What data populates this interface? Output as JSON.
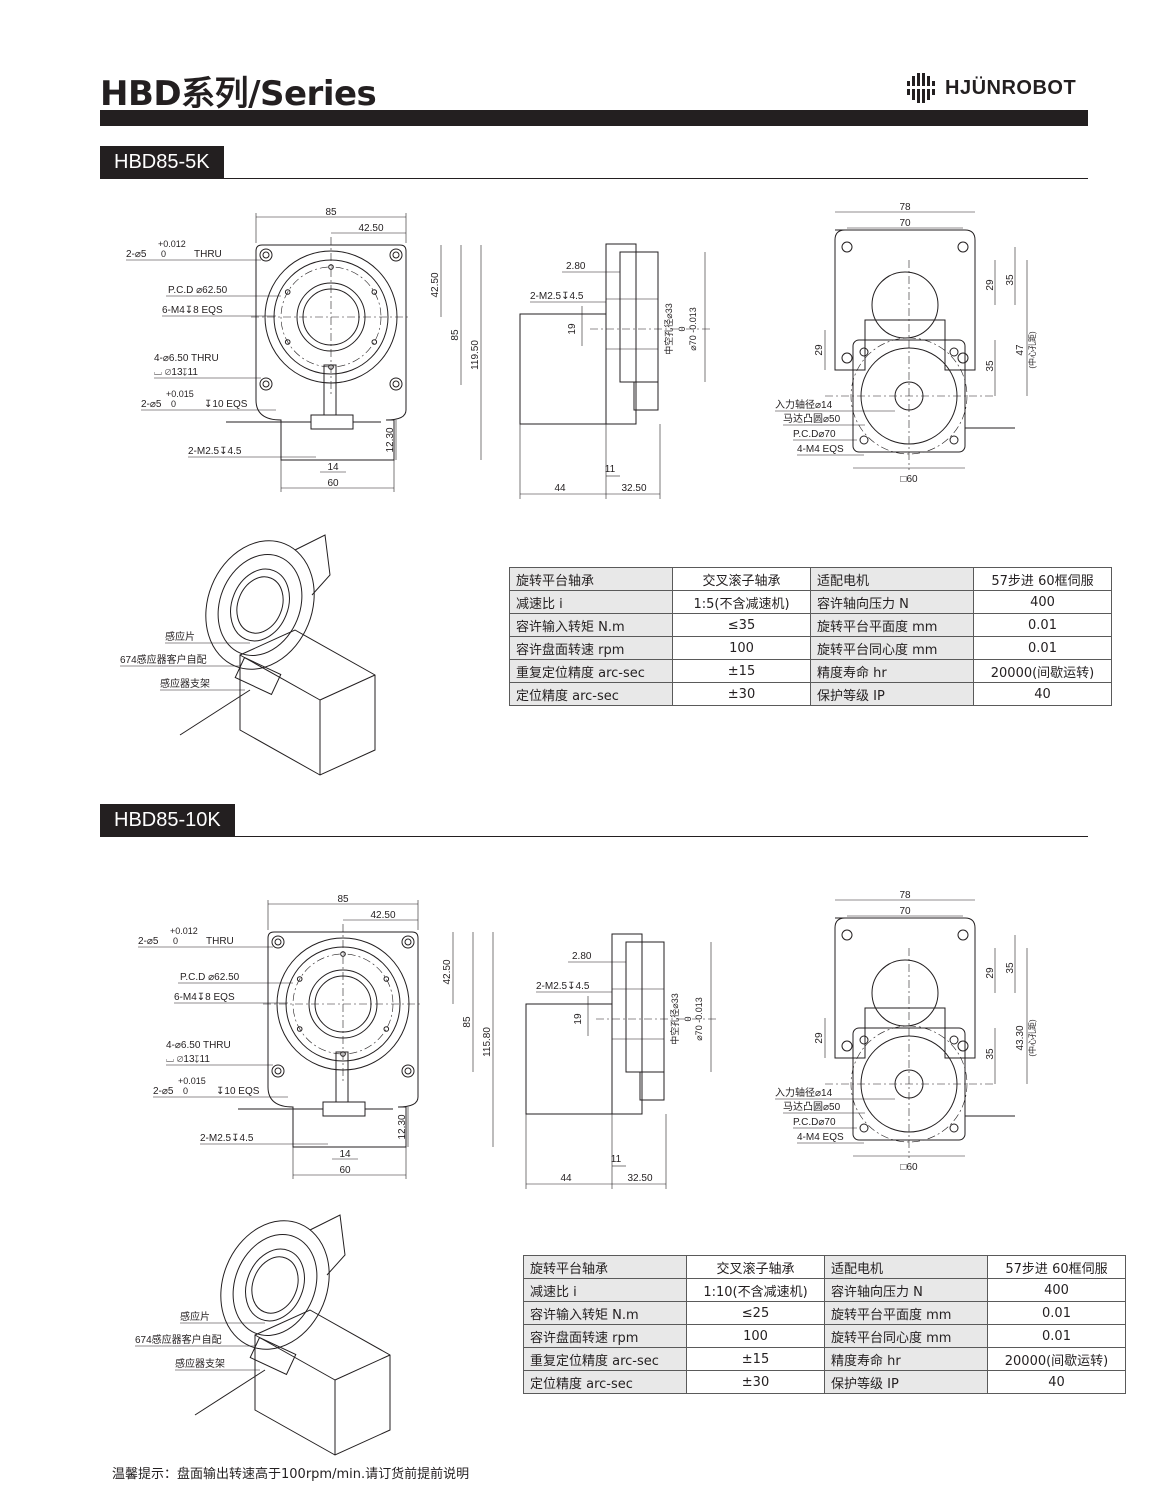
{
  "header": {
    "title": "HBD系列/Series",
    "brand": "HJÜNROBOT"
  },
  "sections": [
    {
      "tab": "HBD85-5K",
      "drawing": {
        "front": {
          "width": "85",
          "half_width": "42.50",
          "hole_tol": "+0.012",
          "hole_tol_low": "0",
          "hole": "2-⌀5",
          "thru": "THRU",
          "pcd": "P.C.D ⌀62.50",
          "tap": "6-M4↧8 EQS",
          "cbore": "4-⌀6.50 THRU",
          "cbore_depth": "⌴ ⌀13↧11",
          "pin_tol": "+0.015",
          "pin_tol_low": "0",
          "pin": "2-⌀5",
          "pin_depth": "↧10 EQS",
          "tap2": "2-M2.5↧4.5",
          "dim_14": "14",
          "dim_60": "60",
          "dim_v42": "42.50",
          "dim_v85": "85",
          "dim_total": "119.50",
          "dim_1230": "12.30"
        },
        "side": {
          "dim_280": "2.80",
          "tap": "2-M2.5↧4.5",
          "dim_19": "19",
          "bore": "中空孔径⌀33",
          "od_tol": "0",
          "od": "⌀70 -0.013",
          "dim_44": "44",
          "dim_11": "11",
          "dim_3250": "32.50"
        },
        "rear": {
          "dim_78": "78",
          "dim_70": "70",
          "dim_29": "29",
          "dim_35": "35",
          "dim_29v": "29",
          "dim_35b": "35",
          "dim_center": "47",
          "center_label": "(中心孔距)",
          "input_shaft": "入力轴径⌀14",
          "motor_boss": "马达凸圆⌀50",
          "pcd": "P.C.D⌀70",
          "tap": "4-M4 EQS",
          "square": "□60"
        },
        "iso": {
          "sensor_plate": "感应片",
          "sensor": "674感应器客户自配",
          "bracket": "感应器支架"
        }
      },
      "specs": [
        [
          "旋转平台轴承",
          "交叉滚子轴承",
          "适配电机",
          "57步进 60框伺服"
        ],
        [
          "减速比 i",
          "1:5(不含减速机)",
          "容许轴向压力 N",
          "400"
        ],
        [
          "容许输入转矩 N.m",
          "≤35",
          "旋转平台平面度 mm",
          "0.01"
        ],
        [
          "容许盘面转速 rpm",
          "100",
          "旋转平台同心度 mm",
          "0.01"
        ],
        [
          "重复定位精度 arc-sec",
          "±15",
          "精度寿命 hr",
          "20000(间歇运转)"
        ],
        [
          "定位精度 arc-sec",
          "±30",
          "保护等级 IP",
          "40"
        ]
      ]
    },
    {
      "tab": "HBD85-10K",
      "drawing": {
        "front": {
          "width": "85",
          "half_width": "42.50",
          "hole_tol": "+0.012",
          "hole_tol_low": "0",
          "hole": "2-⌀5",
          "thru": "THRU",
          "pcd": "P.C.D ⌀62.50",
          "tap": "6-M4↧8 EQS",
          "cbore": "4-⌀6.50 THRU",
          "cbore_depth": "⌴ ⌀13↧11",
          "pin_tol": "+0.015",
          "pin_tol_low": "0",
          "pin": "2-⌀5",
          "pin_depth": "↧10 EQS",
          "tap2": "2-M2.5↧4.5",
          "dim_14": "14",
          "dim_60": "60",
          "dim_v42": "42.50",
          "dim_v85": "85",
          "dim_total": "115.80",
          "dim_1230": "12.30"
        },
        "side": {
          "dim_280": "2.80",
          "tap": "2-M2.5↧4.5",
          "dim_19": "19",
          "bore": "中空孔径⌀33",
          "od_tol": "0",
          "od": "⌀70 -0.013",
          "dim_44": "44",
          "dim_11": "11",
          "dim_3250": "32.50"
        },
        "rear": {
          "dim_78": "78",
          "dim_70": "70",
          "dim_29": "29",
          "dim_35": "35",
          "dim_29v": "29",
          "dim_35b": "35",
          "dim_center": "43.30",
          "center_label": "(中心孔距)",
          "input_shaft": "入力轴径⌀14",
          "motor_boss": "马达凸圆⌀50",
          "pcd": "P.C.D⌀70",
          "tap": "4-M4 EQS",
          "square": "□60"
        },
        "iso": {
          "sensor_plate": "感应片",
          "sensor": "674感应器客户自配",
          "bracket": "感应器支架"
        }
      },
      "specs": [
        [
          "旋转平台轴承",
          "交叉滚子轴承",
          "适配电机",
          "57步进 60框伺服"
        ],
        [
          "减速比 i",
          "1:10(不含减速机)",
          "容许轴向压力 N",
          "400"
        ],
        [
          "容许输入转矩 N.m",
          "≤25",
          "旋转平台平面度 mm",
          "0.01"
        ],
        [
          "容许盘面转速 rpm",
          "100",
          "旋转平台同心度 mm",
          "0.01"
        ],
        [
          "重复定位精度 arc-sec",
          "±15",
          "精度寿命 hr",
          "20000(间歇运转)"
        ],
        [
          "定位精度 arc-sec",
          "±30",
          "保护等级 IP",
          "40"
        ]
      ]
    }
  ],
  "footer": {
    "note": "温馨提示：盘面输出转速高于100rpm/min.请订货前提前说明"
  },
  "colors": {
    "ink": "#231f20",
    "table_header_bg": "#e8e8e8",
    "table_border": "#5a5a5a"
  }
}
